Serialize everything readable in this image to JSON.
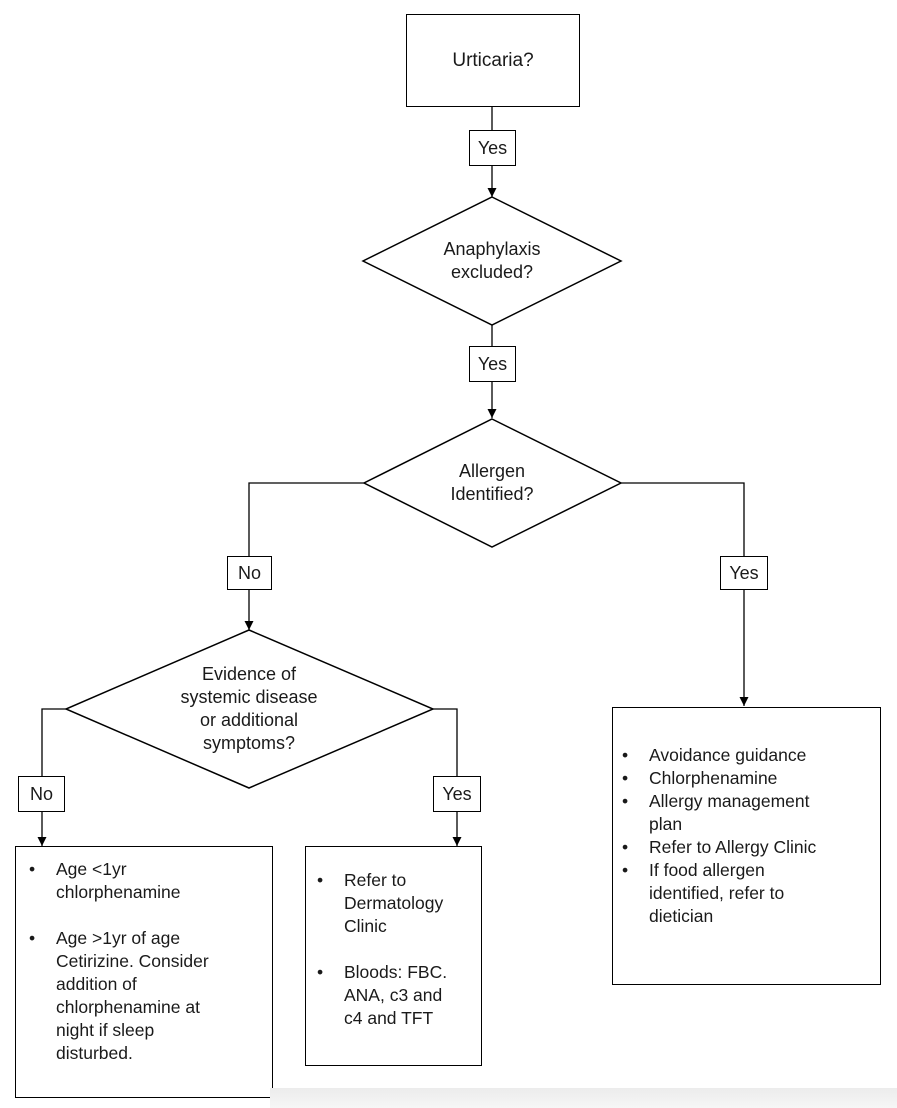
{
  "flowchart": {
    "q_urticaria": "Urticaria?",
    "yes_1": "Yes",
    "q_anaphylaxis": [
      "Anaphylaxis",
      "excluded?"
    ],
    "yes_2": "Yes",
    "q_allergen": [
      "Allergen",
      "Identified?"
    ],
    "no_allergen": "No",
    "yes_allergen": "Yes",
    "q_systemic": [
      "Evidence of",
      "systemic disease",
      "or additional",
      "symptoms?"
    ],
    "no_systemic": "No",
    "yes_systemic": "Yes",
    "box_no_systemic": [
      [
        "Age <1yr",
        "chlorphenamine"
      ],
      [
        "Age >1yr of age",
        "Cetirizine.  Consider",
        "addition of",
        "chlorphenamine at",
        "night if sleep",
        "disturbed."
      ]
    ],
    "box_yes_systemic": [
      [
        "Refer to",
        "Dermatology",
        "Clinic"
      ],
      [
        "Bloods: FBC.",
        "ANA, c3 and",
        "c4 and TFT"
      ]
    ],
    "box_allergen": [
      [
        "Avoidance guidance"
      ],
      [
        "Chlorphenamine"
      ],
      [
        "Allergy management",
        "plan"
      ],
      [
        "Refer to Allergy Clinic"
      ],
      [
        "If food allergen",
        "identified, refer to",
        "dietician"
      ]
    ]
  }
}
